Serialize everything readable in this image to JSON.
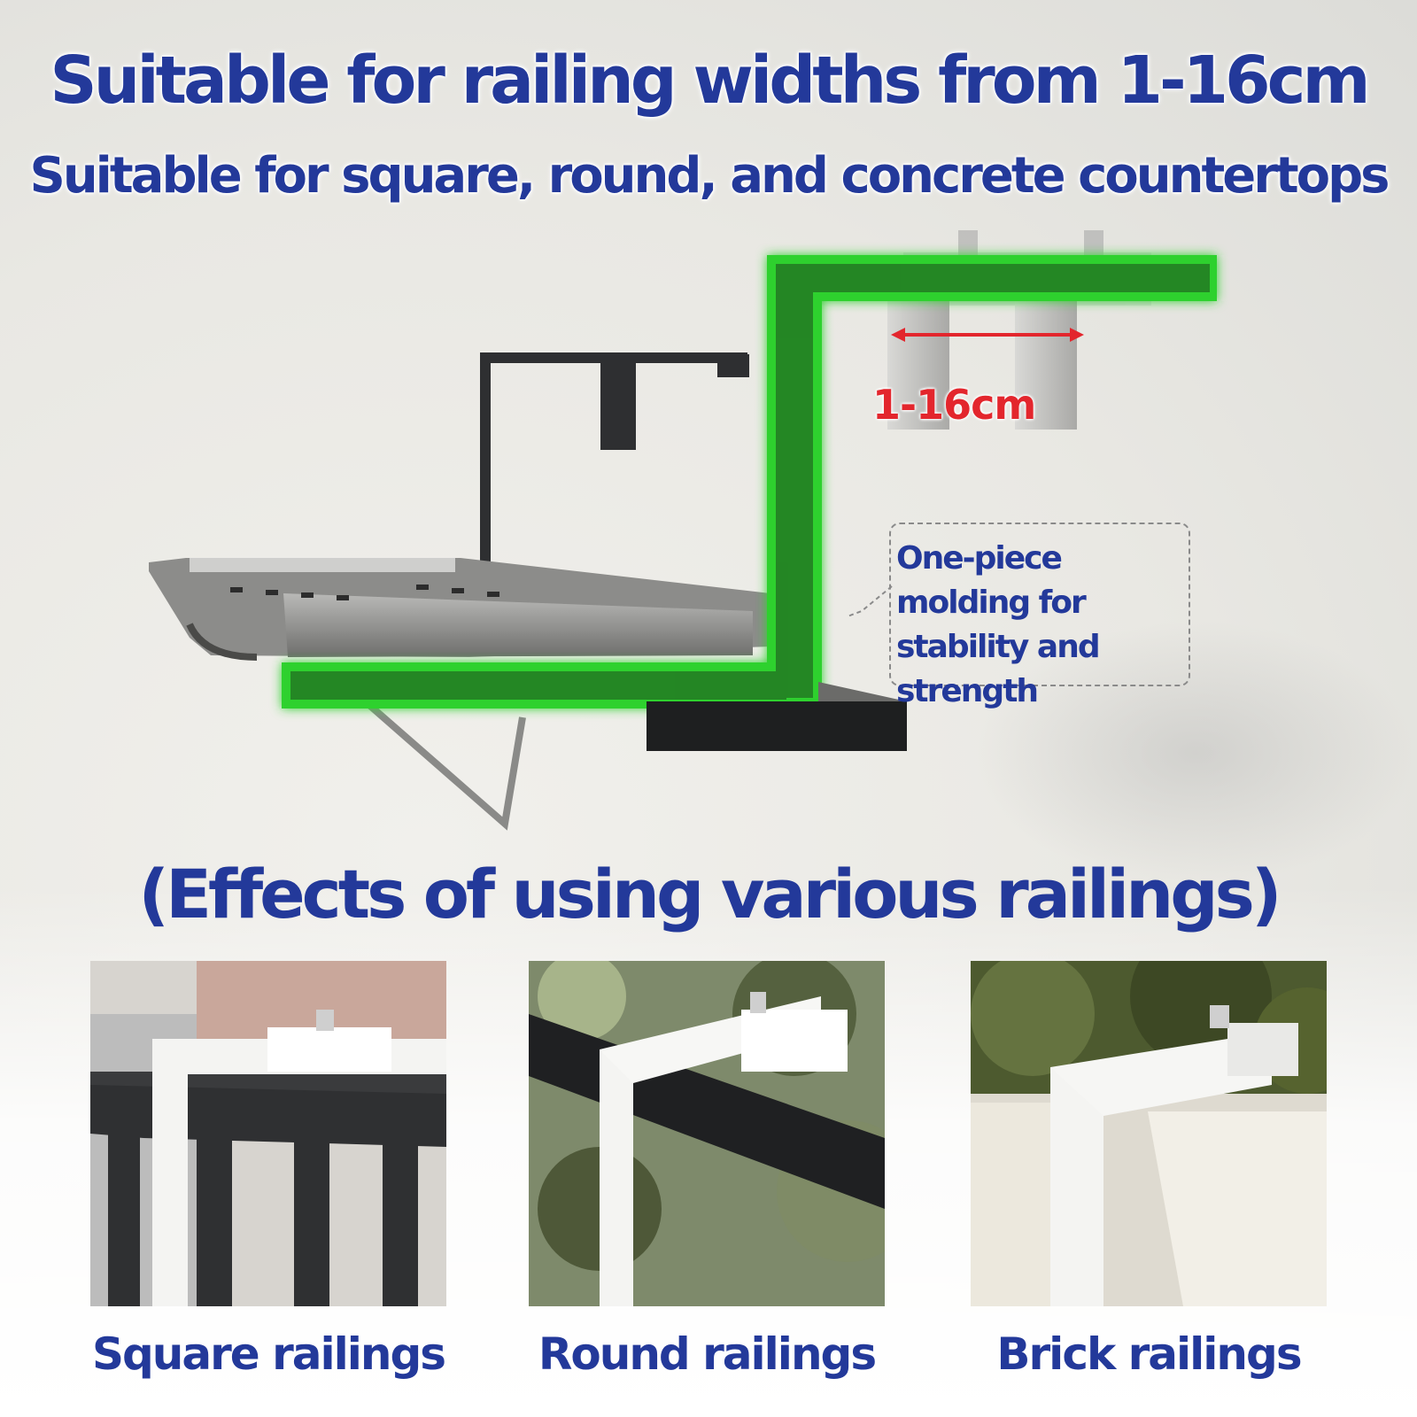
{
  "header": {
    "headline": "Suitable for railing widths from 1-16cm",
    "subline": "Suitable for square, round, and concrete countertops"
  },
  "diagram": {
    "dimension_label": "1-16cm",
    "callout": "One-piece molding for stability and strength",
    "highlight_color": "#2ed12e",
    "dimension_color": "#e3262d"
  },
  "section": {
    "title": "(Effects of using various railings)"
  },
  "examples": [
    {
      "caption": "Square railings"
    },
    {
      "caption": "Round railings"
    },
    {
      "caption": "Brick railings"
    }
  ],
  "colors": {
    "text_primary": "#23399a",
    "bracket_white": "#f4f4f2",
    "railing_dark": "#333436"
  }
}
